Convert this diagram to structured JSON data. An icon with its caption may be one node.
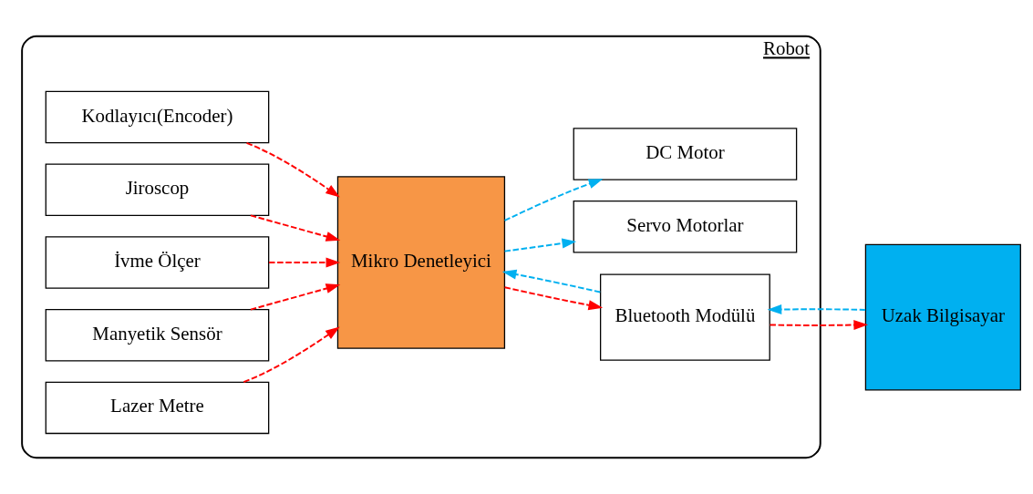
{
  "diagram": {
    "nodes": [
      {
        "text": [
          "Robot"
        ]
      },
      {
        "text": [
          "Kodlayıcı(Encoder)"
        ],
        "in": 0
      },
      {
        "text": [
          "Jiroscop"
        ],
        "in": 0
      },
      {
        "text": [
          "İvme Ölçer"
        ],
        "in": 0
      },
      {
        "text": [
          "Manyetik Sensör"
        ],
        "in": 0
      },
      {
        "text": [
          "Lazer Metre"
        ],
        "in": 0
      },
      {
        "text": [
          "Mikro Denetleyici"
        ],
        "in": 0
      },
      {
        "text": [
          "Bluetooth Modülü"
        ],
        "in": 0
      },
      {
        "text": [
          "Servo Motorlar"
        ],
        "in": 0
      },
      {
        "text": [
          "DC Motor"
        ],
        "in": 0
      },
      {
        "text": [
          "Uzak Bilgisayar"
        ]
      }
    ],
    "edges": [
      {
        "from": 1,
        "to": 6,
        "arrow": "to",
        "style": "dashed",
        "color": "#ff0000"
      },
      {
        "from": 2,
        "to": 6,
        "arrow": "to",
        "style": "dashed",
        "color": "#ff0000"
      },
      {
        "from": 3,
        "to": 6,
        "arrow": "to",
        "style": "dashed",
        "color": "#ff0000"
      },
      {
        "from": 4,
        "to": 6,
        "arrow": "to",
        "style": "dashed",
        "color": "#ff0000"
      },
      {
        "from": 5,
        "to": 6,
        "arrow": "to",
        "style": "dashed",
        "color": "#ff0000"
      },
      {
        "from": 6,
        "to": 7,
        "arrow": "to",
        "style": "dashed",
        "color": "#ff0000"
      },
      {
        "from": 7,
        "to": 6,
        "arrow": "to",
        "style": "dashed",
        "color": "#00b0f0"
      },
      {
        "from": 7,
        "to": 10,
        "arrow": "to",
        "style": "dashed",
        "color": "#ff0000"
      },
      {
        "from": 10,
        "to": 7,
        "arrow": "to",
        "style": "dashed",
        "color": "#00b0f0"
      },
      {
        "from": 6,
        "to": 8,
        "arrow": "to",
        "style": "dashed",
        "color": "#00b0f0"
      },
      {
        "from": 6,
        "to": 9,
        "arrow": "to",
        "style": "dashed",
        "color": "#00b0f0"
      }
    ]
  }
}
